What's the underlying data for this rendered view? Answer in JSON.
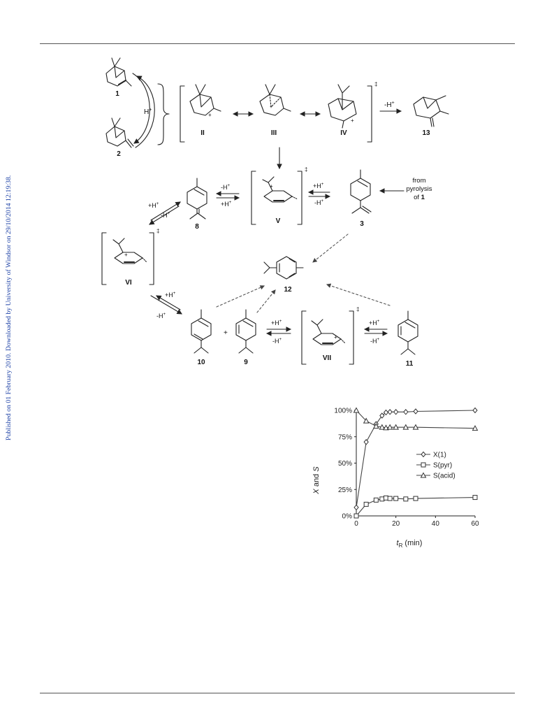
{
  "side_note": "Published on 01 February 2010. Downloaded by University of Windsor on 29/10/2014 12:19:38.",
  "scheme": {
    "compounds": {
      "c1": "1",
      "c2": "2",
      "c13": "13",
      "c8": "8",
      "c3": "3",
      "c12": "12",
      "c10": "10",
      "c9": "9",
      "c11": "11"
    },
    "intermediates": {
      "II": "II",
      "III": "III",
      "IV": "IV",
      "V": "V",
      "VI": "VI",
      "VII": "VII"
    },
    "dagger": "‡",
    "plus_sign": "+",
    "reagents": {
      "h_plus": "H",
      "minus_h_top": "-H",
      "plus_h": "+H",
      "minus_h": "-H"
    },
    "pyrolysis": {
      "line1": "from",
      "line2": "pyrolysis",
      "line3": "of ",
      "compound": "1"
    }
  },
  "chart_data": {
    "type": "line",
    "ylabel_x": "X",
    "ylabel_mid": " and ",
    "ylabel_s": "S",
    "xlabel_t": "t",
    "xlabel_sub": "R",
    "xlabel_unit": " (min)",
    "x_ticks": [
      "0",
      "20",
      "40",
      "60"
    ],
    "y_ticks": [
      "0%",
      "25%",
      "50%",
      "75%",
      "100%"
    ],
    "xlim": [
      0,
      60
    ],
    "ylim": [
      0,
      100
    ],
    "legend_position": "right",
    "series": [
      {
        "name": "X(1)",
        "marker": "diamond",
        "x": [
          0,
          5,
          10,
          13,
          15,
          17,
          20,
          25,
          30,
          60
        ],
        "y": [
          8,
          70,
          87,
          95,
          98,
          98.5,
          98.5,
          98.5,
          99,
          100
        ]
      },
      {
        "name": "S(pyr)",
        "marker": "square",
        "x": [
          0,
          5,
          10,
          13,
          15,
          17,
          20,
          25,
          30,
          60
        ],
        "y": [
          0,
          11,
          15,
          16,
          17,
          16.5,
          16.5,
          16,
          16.5,
          17.5
        ]
      },
      {
        "name": "S(acid)",
        "marker": "triangle",
        "x": [
          0,
          5,
          10,
          13,
          15,
          17,
          20,
          25,
          30,
          60
        ],
        "y": [
          100,
          90,
          85,
          84,
          83.5,
          84,
          84,
          84,
          84,
          83
        ]
      }
    ]
  }
}
